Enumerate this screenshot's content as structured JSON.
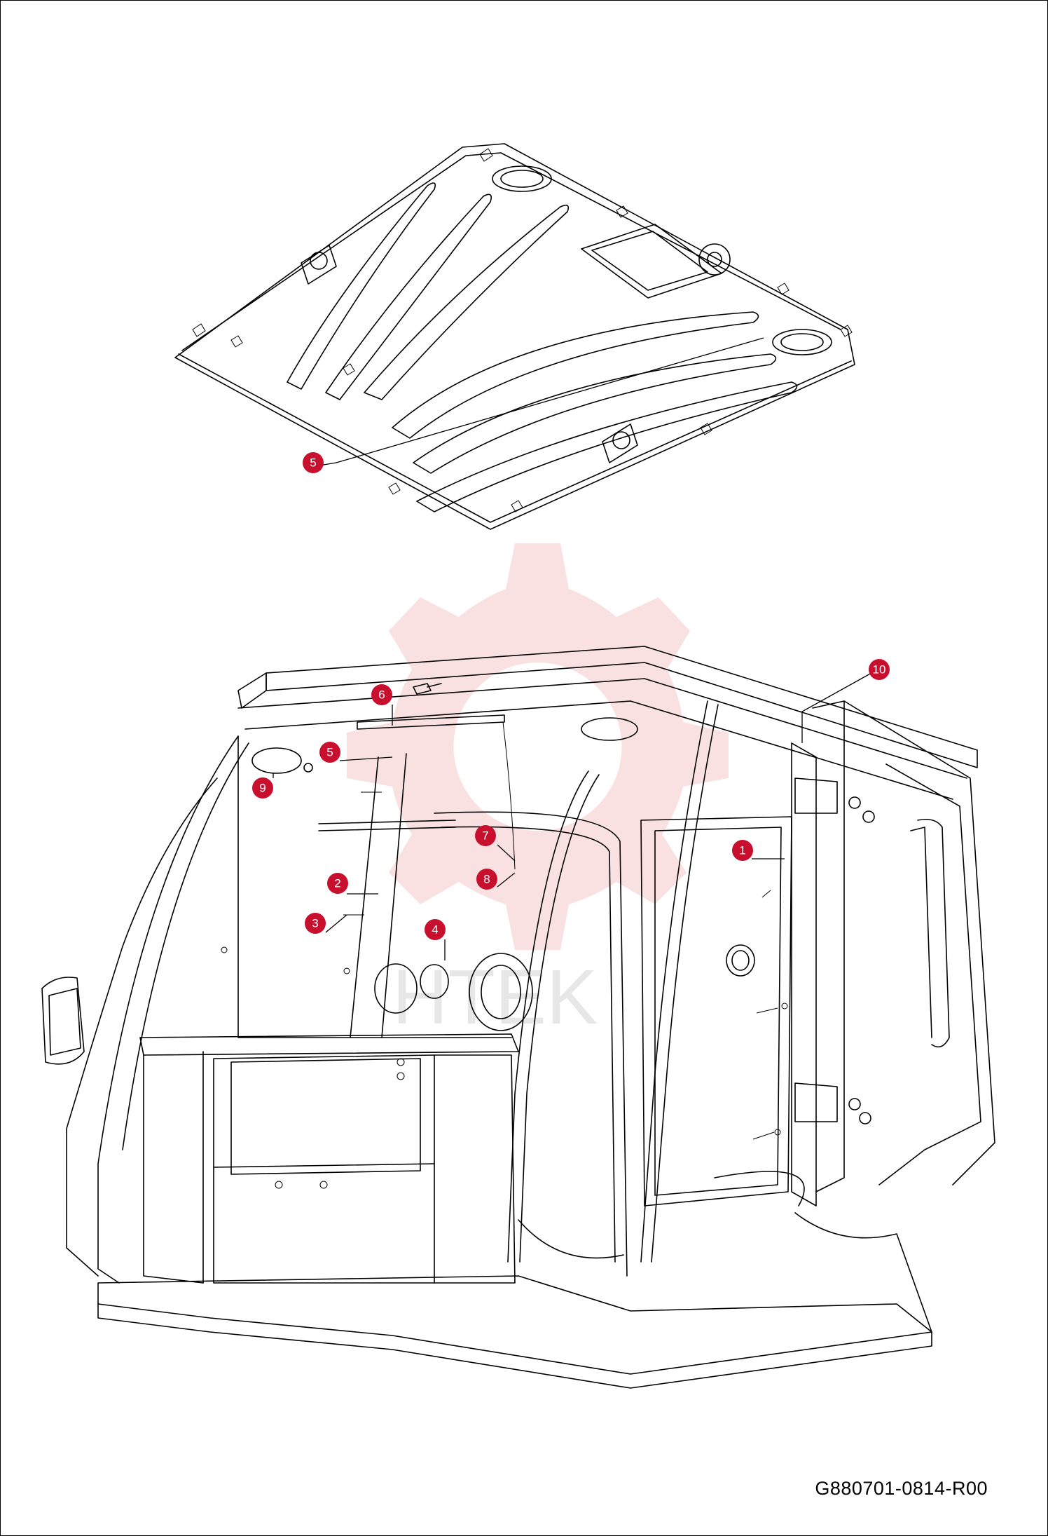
{
  "drawing_code": "G880701-0814-R00",
  "callouts": [
    {
      "id": "c5a",
      "label": "5"
    },
    {
      "id": "c10",
      "label": "10"
    },
    {
      "id": "c6",
      "label": "6"
    },
    {
      "id": "c5b",
      "label": "5"
    },
    {
      "id": "c9",
      "label": "9"
    },
    {
      "id": "c7",
      "label": "7"
    },
    {
      "id": "c1",
      "label": "1"
    },
    {
      "id": "c2",
      "label": "2"
    },
    {
      "id": "c8",
      "label": "8"
    },
    {
      "id": "c3",
      "label": "3"
    },
    {
      "id": "c4",
      "label": "4"
    }
  ],
  "watermark": "HTEK"
}
